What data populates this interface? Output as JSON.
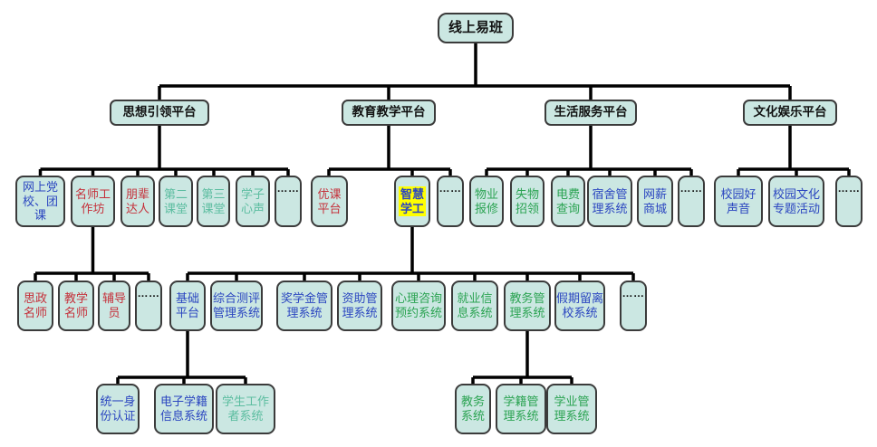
{
  "palette": {
    "background": "#ffffff",
    "box_fill": "#cbe7e2",
    "box_border": "#3b3b3b",
    "connector_line": "#000000",
    "text_black": "#111111",
    "text_blue": "#2b46c0",
    "text_red": "#c5303a",
    "text_teal": "#5cbda0",
    "text_green": "#2ba352",
    "highlight_bg": "#ffff00"
  },
  "nodes": {
    "root": {
      "label": "线上易班"
    },
    "platform_thought": {
      "label": "思想引领平台"
    },
    "platform_education": {
      "label": "教育教学平台"
    },
    "platform_life": {
      "label": "生活服务平台"
    },
    "platform_culture": {
      "label": "文化娱乐平台"
    },
    "online_party_school": {
      "label": "网上党\n校、团课",
      "color": "blue"
    },
    "teacher_workshop": {
      "label": "名师工\n作坊",
      "color": "red"
    },
    "peer_talent": {
      "label": "朋辈\n达人",
      "color": "red"
    },
    "second_class": {
      "label": "第二\n课堂",
      "color": "teal"
    },
    "third_class": {
      "label": "第三\n课堂",
      "color": "teal"
    },
    "student_voice": {
      "label": "学子\n心声",
      "color": "teal"
    },
    "thought_more": {
      "label": "……"
    },
    "quality_course": {
      "label": "优课\n平台",
      "color": "red"
    },
    "smart_xuegong": {
      "label": "智慧\n学工",
      "color": "blue",
      "highlighted": true
    },
    "education_more": {
      "label": "……"
    },
    "property_repair": {
      "label": "物业\n报修",
      "color": "green"
    },
    "lost_found": {
      "label": "失物\n招领",
      "color": "green"
    },
    "electricity_query": {
      "label": "电费\n查询",
      "color": "green"
    },
    "dorm_mgmt": {
      "label": "宿舍管\n理系统",
      "color": "blue"
    },
    "wangxin_mall": {
      "label": "网薪\n商城",
      "color": "blue"
    },
    "life_more": {
      "label": "……"
    },
    "campus_voice": {
      "label": "校园好\n声音",
      "color": "blue"
    },
    "campus_culture": {
      "label": "校园文化\n专题活动",
      "color": "blue"
    },
    "culture_more": {
      "label": "……"
    },
    "ideology_teachers": {
      "label": "思政\n名师",
      "color": "red"
    },
    "teaching_teachers": {
      "label": "教学\n名师",
      "color": "red"
    },
    "counselors": {
      "label": "辅导\n员",
      "color": "red"
    },
    "workshop_more": {
      "label": "……"
    },
    "basic_platform": {
      "label": "基础\n平台",
      "color": "blue"
    },
    "comprehensive_eval": {
      "label": "综合测评\n管理系统",
      "color": "blue"
    },
    "scholarship_mgmt": {
      "label": "奖学金管\n理系统",
      "color": "blue"
    },
    "funding_mgmt": {
      "label": "资助管\n理系统",
      "color": "blue"
    },
    "psych_counsel": {
      "label": "心理咨询\n预约系统",
      "color": "green"
    },
    "employment_info": {
      "label": "就业信\n息系统",
      "color": "green"
    },
    "academic_affairs": {
      "label": "教务管\n理系统",
      "color": "green"
    },
    "holiday_stay": {
      "label": "假期留离\n校系统",
      "color": "blue"
    },
    "smart_more": {
      "label": "……"
    },
    "unified_identity": {
      "label": "统一身\n份认证",
      "color": "blue"
    },
    "e_student_record": {
      "label": "电子学籍\n信息系统",
      "color": "blue"
    },
    "student_worker": {
      "label": "学生工作\n者系统",
      "color": "teal"
    },
    "jiaowu_system": {
      "label": "教务\n系统",
      "color": "green"
    },
    "xueji_mgmt": {
      "label": "学籍管\n理系统",
      "color": "green"
    },
    "xueye_mgmt": {
      "label": "学业管\n理系统",
      "color": "green"
    }
  }
}
